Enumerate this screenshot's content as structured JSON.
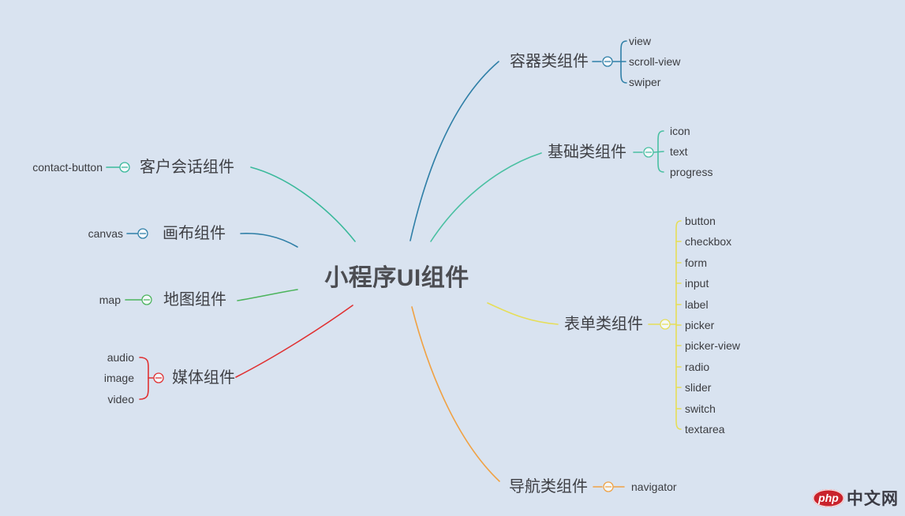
{
  "canvas": {
    "background": "#d9e3f0"
  },
  "center": {
    "label": "小程序UI组件"
  },
  "branches": [
    {
      "label": "容器类组件",
      "color": "#2f7fa7",
      "children": [
        "view",
        "scroll-view",
        "swiper"
      ]
    },
    {
      "label": "基础类组件",
      "color": "#4ac0a2",
      "children": [
        "icon",
        "text",
        "progress"
      ]
    },
    {
      "label": "表单类组件",
      "color": "#e6de58",
      "children": [
        "button",
        "checkbox",
        "form",
        "input",
        "label",
        "picker",
        "picker-view",
        "radio",
        "slider",
        "switch",
        "textarea"
      ]
    },
    {
      "label": "导航类组件",
      "color": "#f0a244",
      "children": [
        "navigator"
      ]
    },
    {
      "label": "客户会话组件",
      "color": "#3ab99b",
      "children": [
        "contact-button"
      ]
    },
    {
      "label": "画布组件",
      "color": "#2f7fa7",
      "children": [
        "canvas"
      ]
    },
    {
      "label": "地图组件",
      "color": "#4cb45c",
      "children": [
        "map"
      ]
    },
    {
      "label": "媒体组件",
      "color": "#e03132",
      "children": [
        "audio",
        "image",
        "video"
      ]
    }
  ],
  "watermark": {
    "logo": "php",
    "site": "中文网"
  }
}
